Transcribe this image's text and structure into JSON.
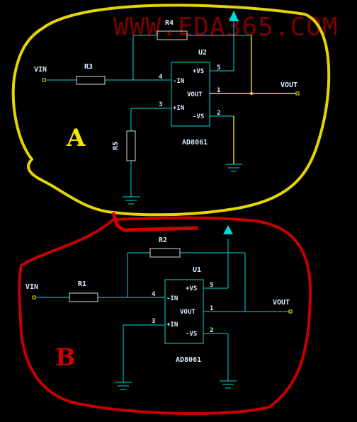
{
  "watermark": "WWW.EDA365.COM",
  "circuit_a": {
    "letter": "A",
    "input_label": "VIN",
    "output_label": "VOUT",
    "r_input": "R3",
    "r_feedback": "R4",
    "r_ground": "R5",
    "opamp_ref": "U2",
    "opamp_part": "AD8061",
    "pins": {
      "neg_in": "-IN",
      "pos_in": "+IN",
      "out": "VOUT",
      "vplus": "+VS",
      "vminus": "-VS"
    },
    "pin_numbers": {
      "neg_in": "4",
      "pos_in": "3",
      "out": "1",
      "vplus": "5",
      "vminus": "2"
    },
    "outline_color": "#f0e000"
  },
  "circuit_b": {
    "letter": "B",
    "input_label": "VIN",
    "output_label": "VOUT",
    "r_input": "R1",
    "r_feedback": "R2",
    "opamp_ref": "U1",
    "opamp_part": "AD8061",
    "pins": {
      "neg_in": "-IN",
      "pos_in": "+IN",
      "out": "VOUT",
      "vplus": "+VS",
      "vminus": "-VS"
    },
    "pin_numbers": {
      "neg_in": "4",
      "pos_in": "3",
      "out": "1",
      "vplus": "5",
      "vminus": "2"
    },
    "outline_color": "#d00000"
  },
  "colors": {
    "wire": "#00d8d8",
    "text": "#d8ecff",
    "highlight_a": "#f0e000",
    "highlight_b": "#d00000"
  }
}
